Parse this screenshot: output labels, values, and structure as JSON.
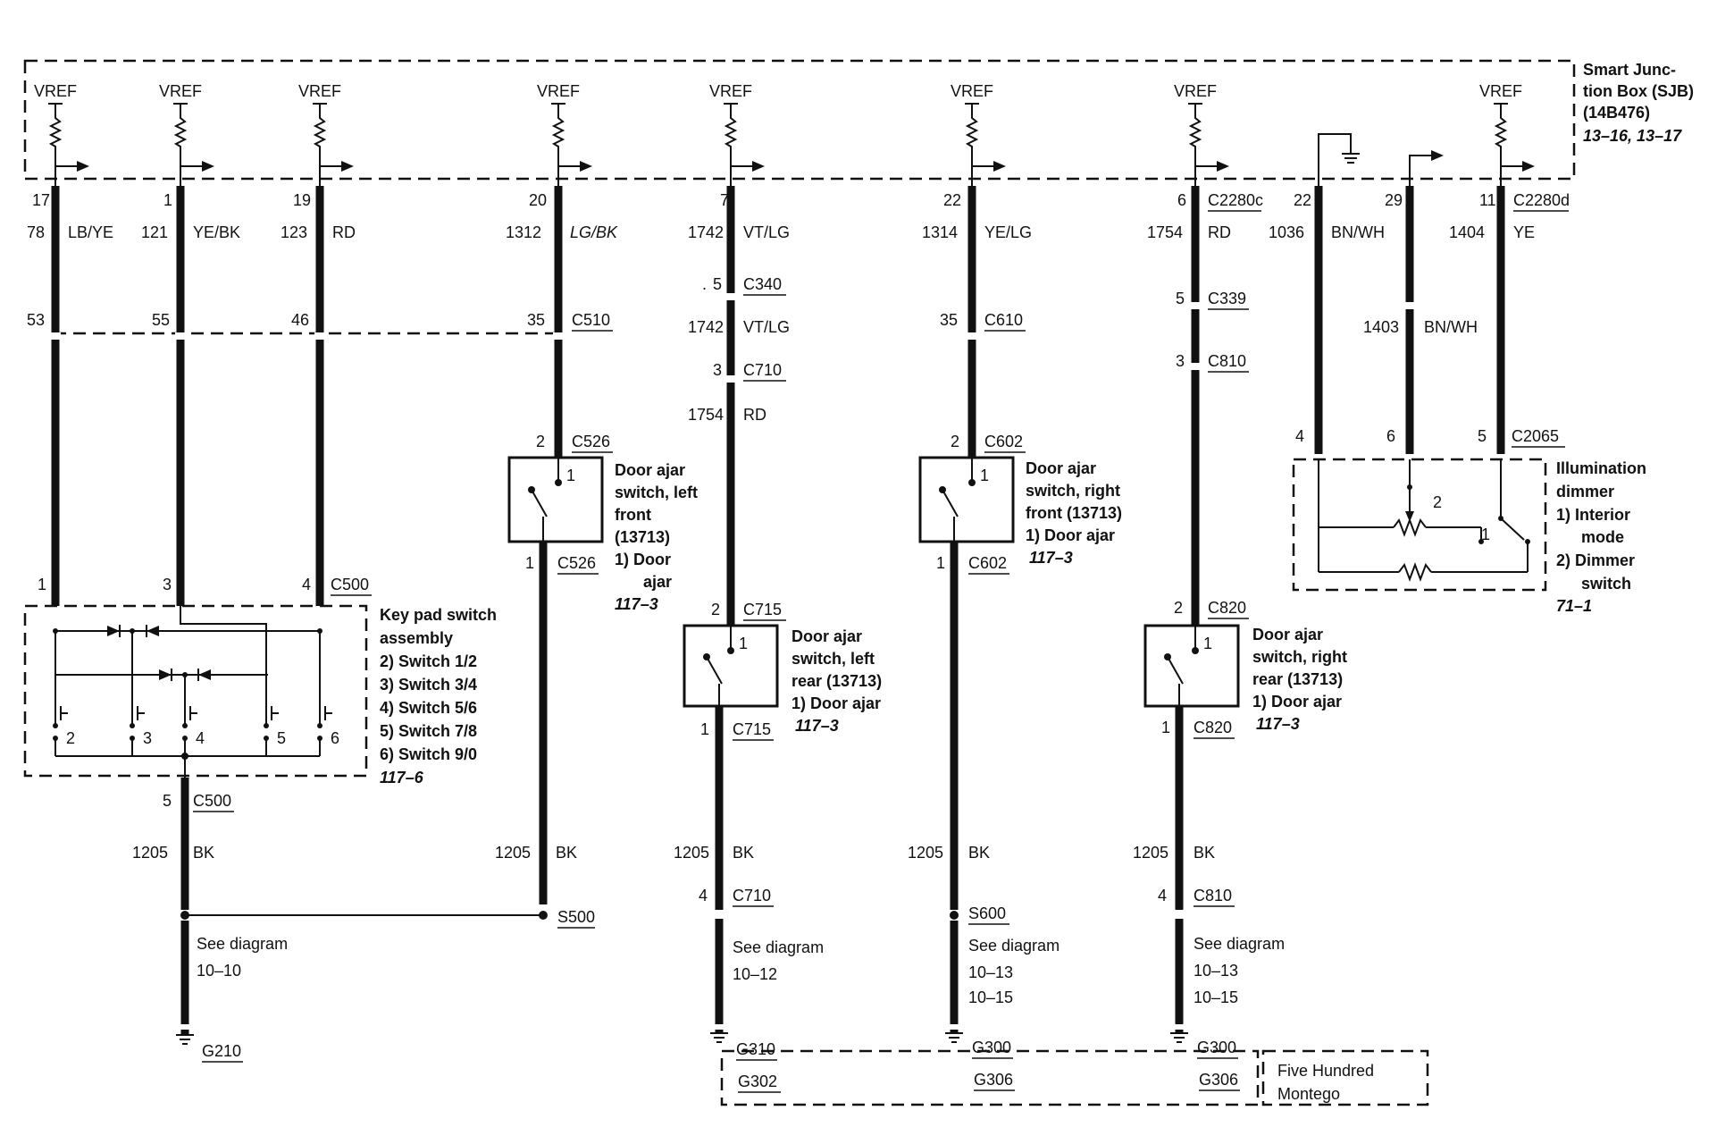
{
  "sjb": {
    "title_lines": [
      "Smart Junc-",
      "tion Box (SJB)",
      "(14B476)"
    ],
    "ref": "13–16, 13–17",
    "vref": "VREF"
  },
  "circuits": [
    {
      "id": "c1",
      "pin": "17",
      "circuit": "78",
      "color": "LB/YE",
      "conn_pin": "53",
      "sw_pin": "1",
      "sw_conn": "C500"
    },
    {
      "id": "c2",
      "pin": "1",
      "circuit": "121",
      "color": "YE/BK",
      "conn_pin": "55",
      "sw_pin": "3"
    },
    {
      "id": "c3",
      "pin": "19",
      "circuit": "123",
      "color": "RD",
      "conn_pin": "46",
      "sw_pin": "4",
      "sw_conn": "C500"
    },
    {
      "id": "c4",
      "pin": "20",
      "circuit": "1312",
      "color": "LG/BK",
      "conn_pin": "35",
      "conn": "C510",
      "sw_pin_top": "2",
      "sw_conn_top": "C526",
      "sw_pin_bot": "1",
      "sw_conn_bot": "C526",
      "ground_circuit": "1205",
      "ground_color": "BK",
      "splice": "S500"
    },
    {
      "id": "c5",
      "pin": "7",
      "circuit": "1742",
      "color": "VT/LG",
      "conn1_pin": "5",
      "conn1": "C340",
      "circuit_b": "1742",
      "color_b": "VT/LG",
      "conn2_pin": "3",
      "conn2": "C710",
      "circuit_c": "1754",
      "color_c": "RD",
      "sw_pin_top": "2",
      "sw_conn_top": "C715",
      "sw_pin_bot": "1",
      "sw_conn_bot": "C715",
      "ground_circuit": "1205",
      "ground_color": "BK",
      "conn3_pin": "4",
      "conn3": "C710",
      "see_diagram": [
        "See diagram",
        "10–12"
      ],
      "ground": "G310"
    },
    {
      "id": "c6",
      "pin": "22",
      "circuit": "1314",
      "color": "YE/LG",
      "conn_pin": "35",
      "conn": "C610",
      "sw_pin_top": "2",
      "sw_conn_top": "C602",
      "sw_pin_bot": "1",
      "sw_conn_bot": "C602",
      "ground_circuit": "1205",
      "ground_color": "BK",
      "splice": "S600",
      "see_diagram": [
        "See diagram",
        "10–13",
        "10–15"
      ],
      "ground": "G300"
    },
    {
      "id": "c7",
      "pin": "6",
      "pin_conn": "C2280c",
      "circuit": "1754",
      "color": "RD",
      "conn1_pin": "5",
      "conn1": "C339",
      "conn2_pin": "3",
      "conn2": "C810",
      "sw_pin_top": "2",
      "sw_conn_top": "C820",
      "sw_pin_bot": "1",
      "sw_conn_bot": "C820",
      "ground_circuit": "1205",
      "ground_color": "BK",
      "conn3_pin": "4",
      "conn3": "C810",
      "see_diagram": [
        "See diagram",
        "10–13",
        "10–15"
      ],
      "ground": "G300"
    },
    {
      "id": "c8",
      "pin": "22",
      "circuit": "1036",
      "color": "BN/WH",
      "dim_pin": "4"
    },
    {
      "id": "c9",
      "pin": "29",
      "circuit": "1403",
      "color": "BN/WH",
      "dim_pin": "6"
    },
    {
      "id": "c10",
      "pin": "11",
      "pin_conn": "C2280d",
      "circuit": "1404",
      "color": "YE",
      "dim_pin": "5",
      "dim_conn": "C2065"
    }
  ],
  "c510_left": {
    "conn": "C510"
  },
  "c500_ground": {
    "pin": "5",
    "conn": "C500",
    "circuit": "1205",
    "color": "BK",
    "see_diagram": [
      "See diagram",
      "10–10"
    ],
    "ground": "G210"
  },
  "keypad": {
    "title_lines": [
      "Key pad switch",
      "assembly"
    ],
    "items": [
      "2)  Switch 1/2",
      "3)  Switch 3/4",
      "4)  Switch 5/6",
      "5)  Switch 7/8",
      "6)  Switch 9/0"
    ],
    "ref": "117–6",
    "switch_nums": [
      "2",
      "3",
      "4",
      "5",
      "6"
    ]
  },
  "door_lf": {
    "lines": [
      "Door ajar",
      "switch, left",
      "front",
      "(13713)",
      "1)  Door",
      "ajar"
    ],
    "ref": "117–3",
    "pin": "1"
  },
  "door_lr": {
    "lines": [
      "Door ajar",
      "switch, left",
      "rear (13713)",
      "1)  Door ajar"
    ],
    "ref": "117–3",
    "pin": "1"
  },
  "door_rf": {
    "lines": [
      "Door ajar",
      "switch, right",
      "front (13713)",
      "1)  Door ajar"
    ],
    "ref": "117–3",
    "pin": "1"
  },
  "door_rr": {
    "lines": [
      "Door ajar",
      "switch, right",
      "rear (13713)",
      "1)  Door ajar"
    ],
    "ref": "117–3",
    "pin": "1"
  },
  "dimmer": {
    "lines": [
      "Illumination",
      "dimmer",
      "1)  Interior",
      "mode",
      "2)  Dimmer",
      "switch"
    ],
    "ref": "71–1",
    "n1": "1",
    "n2": "2"
  },
  "ground_alt": {
    "g302": "G302",
    "g306a": "G306",
    "g306b": "G306",
    "note_lines": [
      "Five Hundred",
      "Montego"
    ]
  },
  "stray_dot": "."
}
